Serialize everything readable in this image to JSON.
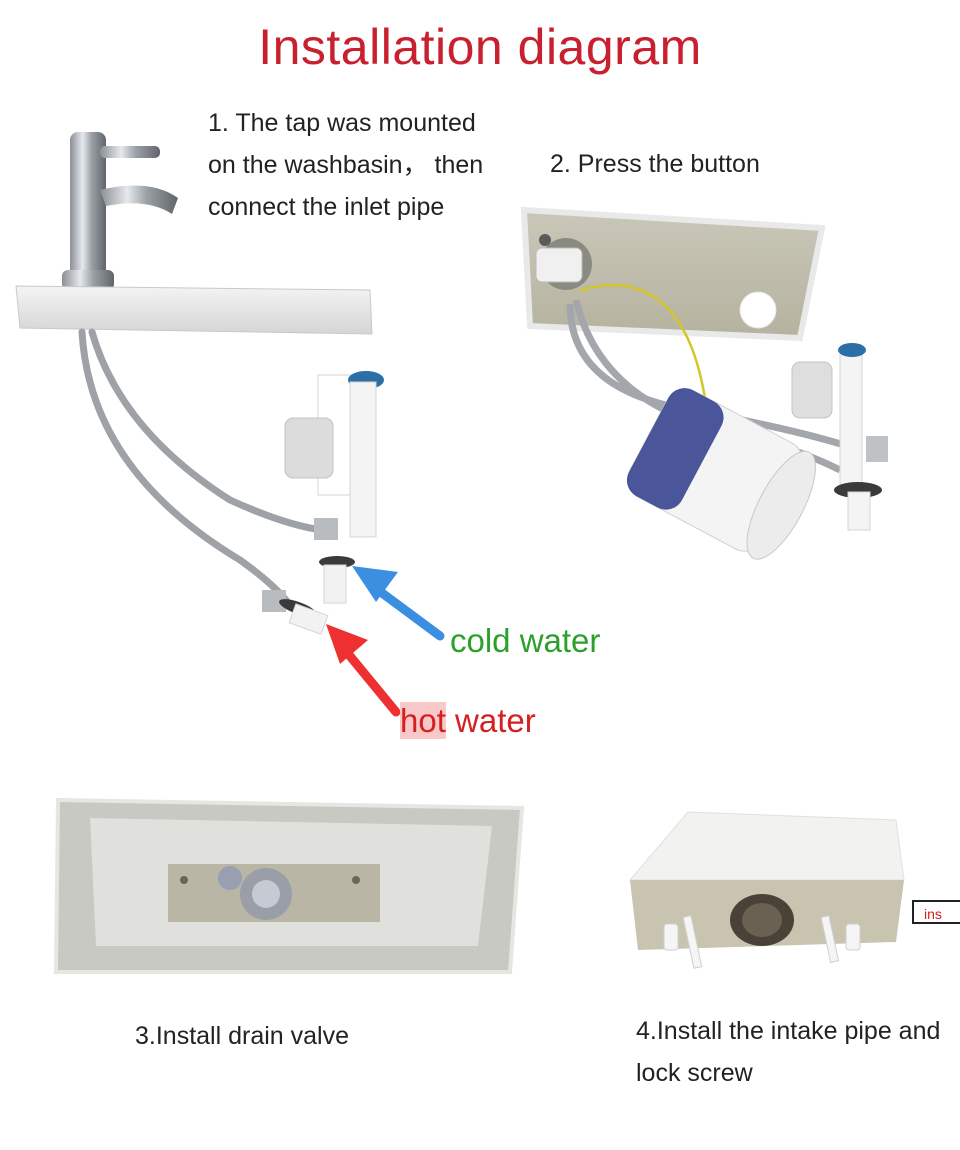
{
  "title": "Installation diagram",
  "steps": {
    "step1": "1. The tap was mounted on the washbasin， then connect the inlet pipe",
    "step2": "2. Press the button",
    "step3": "3.Install drain valve",
    "step4": "4.Install the intake pipe and lock screw"
  },
  "labels": {
    "cold_water": "cold water",
    "hot_prefix": "hot",
    "hot_suffix": " water",
    "cut_label": "ins"
  },
  "colors": {
    "title": "#c8202e",
    "cold": "#2ca02c",
    "hot": "#d42020",
    "arrow_blue": "#3b8fe0",
    "arrow_red": "#ee3030"
  }
}
